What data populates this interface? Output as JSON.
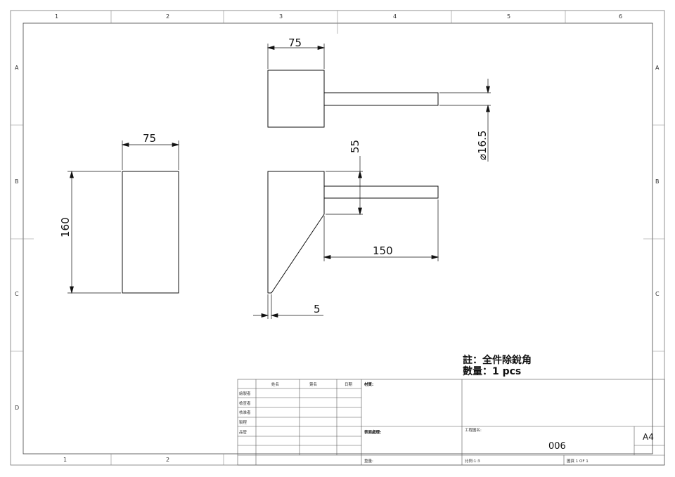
{
  "zones": {
    "top": [
      "1",
      "2",
      "3",
      "4",
      "5",
      "6"
    ],
    "bottom": [
      "1",
      "2"
    ],
    "left": [
      "A",
      "B",
      "C",
      "D"
    ],
    "right": [
      "A",
      "B",
      "C"
    ]
  },
  "dimensions": {
    "top_view_width": "75",
    "diameter": "⌀16.5",
    "side_view_width": "75",
    "side_view_height": "160",
    "front_offset": "55",
    "handle_length": "150",
    "bottom_width": "5"
  },
  "notes": {
    "line1": "註：全件除銳角",
    "line2": "數量：1 pcs"
  },
  "title_block": {
    "col_name": "姓名",
    "col_sign": "簽名",
    "col_date": "日期",
    "row_draw": "繪製者",
    "row_check": "檢查者",
    "row_approve": "核准者",
    "row_mfg": "製程",
    "row_qa": "品管",
    "material_label": "材質:",
    "surface_label": "表面處理:",
    "weight_label": "重量:",
    "drawing_name_label": "工程圖名:",
    "drawing_number": "006",
    "sheet_size": "A4",
    "scale": "比例:1:3",
    "sheet": "圖頁 1 OF 1"
  }
}
